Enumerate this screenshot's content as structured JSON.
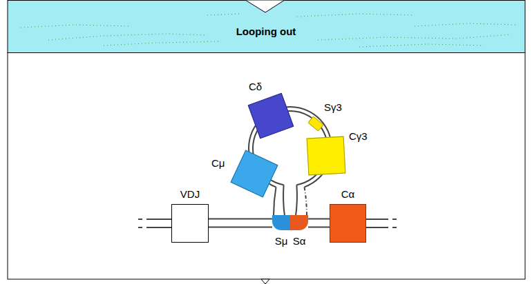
{
  "diagram": {
    "title": "Looping out",
    "nodes": [
      {
        "text": [
          "Cδ"
        ]
      },
      {
        "text": [
          "Sγ3"
        ]
      },
      {
        "text": [
          "Cγ3"
        ]
      },
      {
        "text": [
          "Cμ"
        ]
      },
      {
        "text": [
          "VDJ"
        ]
      },
      {
        "text": [
          "Cα"
        ]
      },
      {
        "text": [
          "Sμ"
        ]
      },
      {
        "text": [
          "Sα"
        ]
      }
    ],
    "edges": [
      {
        "from": 4,
        "to": 6,
        "arrow": "none"
      },
      {
        "from": 7,
        "to": 5,
        "arrow": "none"
      }
    ]
  }
}
